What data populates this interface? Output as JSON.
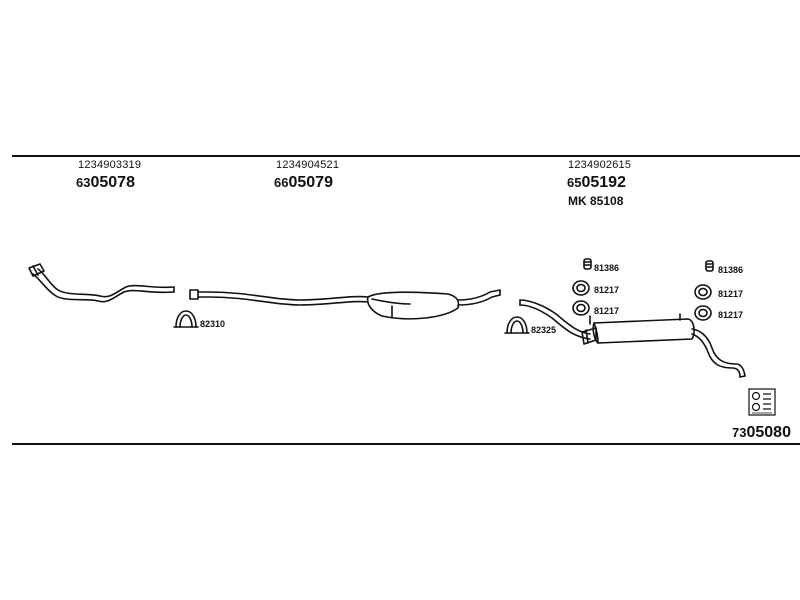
{
  "groups": [
    {
      "oe": "1234903319",
      "prefix": "63",
      "number": "05078"
    },
    {
      "oe": "1234904521",
      "prefix": "66",
      "number": "05079"
    },
    {
      "oe": "1234902615",
      "prefix": "65",
      "number": "05192",
      "mk": "MK  85108"
    }
  ],
  "labels": {
    "clamp1": "82310",
    "clamp2": "82325",
    "hanger_left_1": "81386",
    "ring_left_1": "81217",
    "ring_left_2": "81217",
    "hanger_right_1": "81386",
    "ring_right_1": "81217",
    "ring_right_2": "81217"
  },
  "kit": {
    "prefix": "73",
    "number": "05080",
    "icon": "mounting-kit-icon"
  }
}
